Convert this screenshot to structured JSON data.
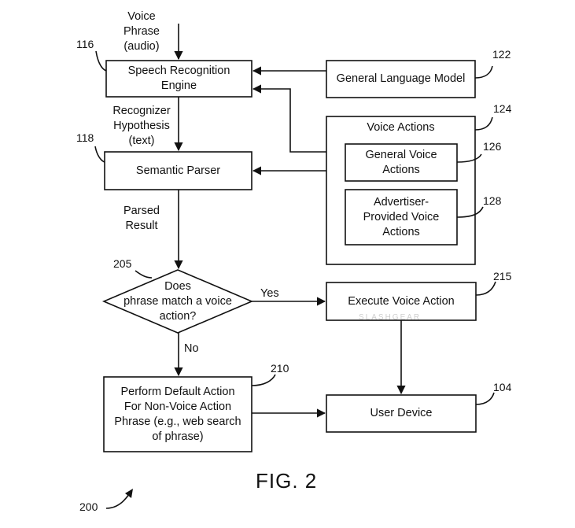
{
  "input_label": "Voice\nPhrase\n(audio)",
  "nodes": {
    "speech_engine": {
      "label": "Speech Recognition\nEngine",
      "ref": "116"
    },
    "language_model": {
      "label": "General Language Model",
      "ref": "122"
    },
    "voice_actions": {
      "label": "Voice Actions",
      "ref": "124"
    },
    "general_voice_actions": {
      "label": "General Voice\nActions",
      "ref": "126"
    },
    "advertiser_voice_actions": {
      "label": "Advertiser-\nProvided Voice\nActions",
      "ref": "128"
    },
    "semantic_parser": {
      "label": "Semantic Parser",
      "ref": "118"
    },
    "decision": {
      "label": "Does\nphrase match a voice\naction?",
      "ref": "205"
    },
    "execute_action": {
      "label": "Execute Voice Action",
      "ref": "215"
    },
    "default_action": {
      "label": "Perform Default Action\nFor Non-Voice Action\nPhrase (e.g., web search\nof phrase)",
      "ref": "210"
    },
    "user_device": {
      "label": "User Device",
      "ref": "104"
    }
  },
  "edge_labels": {
    "hypothesis": "Recognizer\nHypothesis\n(text)",
    "parsed": "Parsed\nResult",
    "yes": "Yes",
    "no": "No"
  },
  "figure_ref": "200",
  "figure_title": "FIG. 2",
  "watermark": "SLASHGEAR"
}
